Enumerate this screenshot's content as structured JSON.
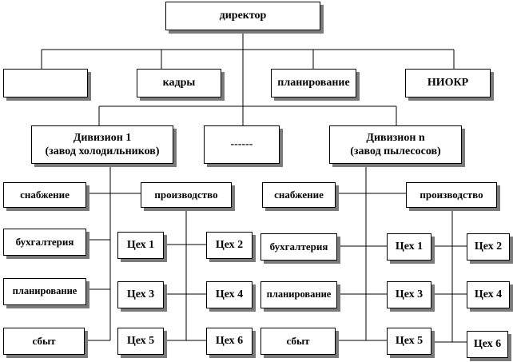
{
  "org_chart": {
    "director": "директор",
    "departments": {
      "blank": "",
      "hr": "кадры",
      "planning": "планирование",
      "rnd": "НИОКР"
    },
    "divisions": {
      "division_1": {
        "title": "Дивизион 1",
        "subtitle": "(завод холодильников)",
        "supply": "снабжение",
        "production": "производство",
        "accounting": "бухгалтерия",
        "planning": "планирование",
        "sales": "сбыт",
        "shops": [
          "Цех 1",
          "Цех 2",
          "Цех 3",
          "Цех 4",
          "Цех 5",
          "Цех 6"
        ]
      },
      "placeholder": "------",
      "division_n": {
        "title": "Дивизион n",
        "subtitle": "(завод пылесосов)",
        "supply": "снабжение",
        "production": "производство",
        "accounting": "бухгалтерия",
        "planning": "планирование",
        "sales": "сбыт",
        "shops": [
          "Цех 1",
          "Цех 2",
          "Цех 3",
          "Цех 4",
          "Цех 5",
          "Цех 6"
        ]
      }
    }
  }
}
